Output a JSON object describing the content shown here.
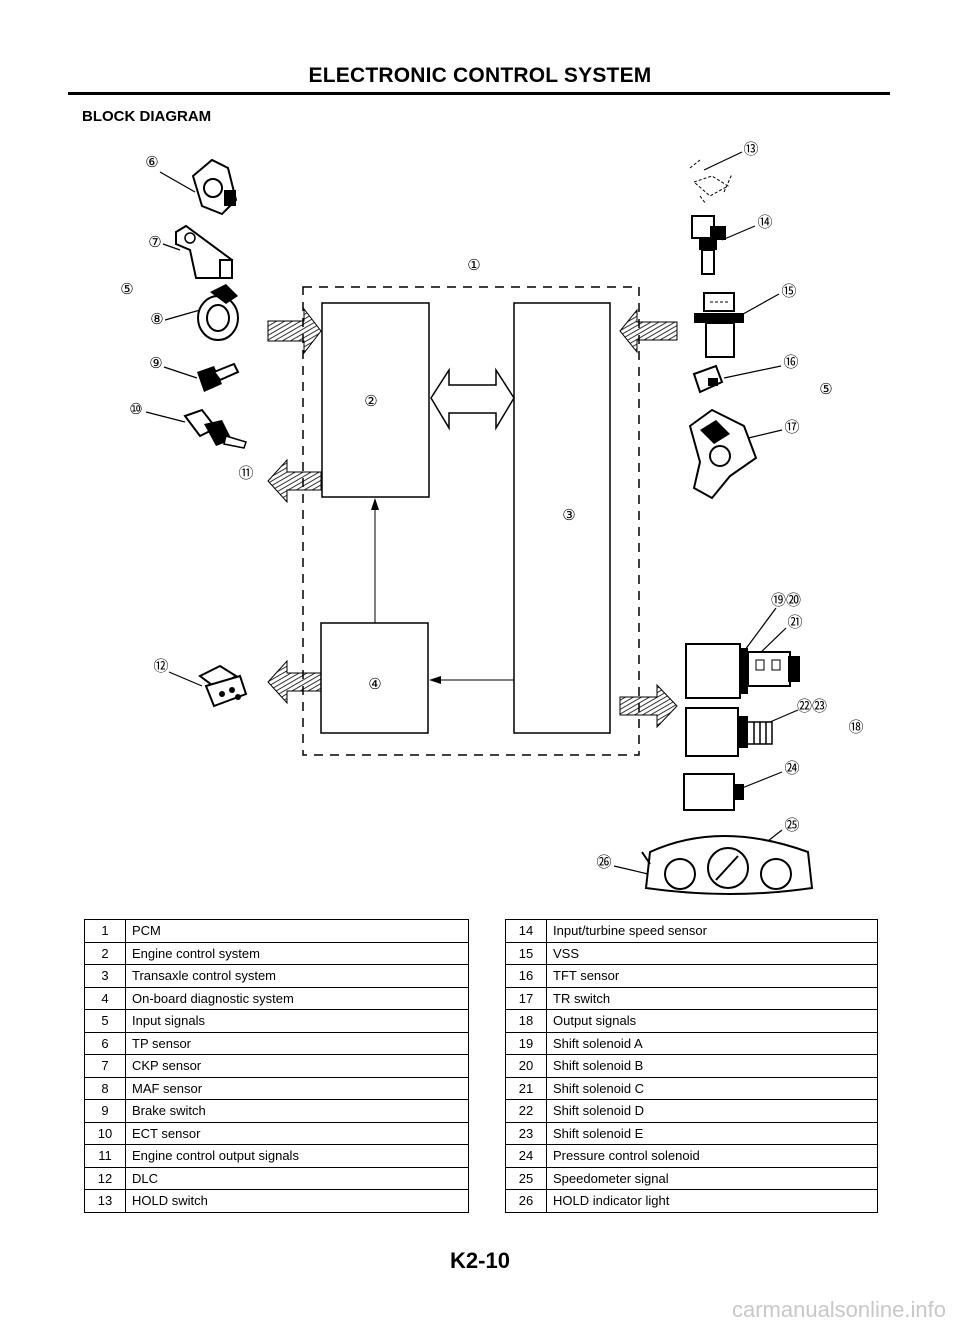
{
  "header": {
    "title": "ELECTRONIC CONTROL SYSTEM",
    "subtitle": "BLOCK DIAGRAM"
  },
  "diagram": {
    "callouts": {
      "c1": "①",
      "c2": "②",
      "c3": "③",
      "c4": "④",
      "c5a": "⑤",
      "c5b": "⑤",
      "c6": "⑥",
      "c7": "⑦",
      "c8": "⑧",
      "c9": "⑨",
      "c10": "⑩",
      "c11": "⑪",
      "c12": "⑫",
      "c13": "⑬",
      "c14": "⑭",
      "c15": "⑮",
      "c16": "⑯",
      "c17": "⑰",
      "c18": "⑱",
      "c19_20": "⑲⑳",
      "c21": "㉑",
      "c22_23": "㉒㉓",
      "c24": "㉔",
      "c25": "㉕",
      "c26": "㉖"
    }
  },
  "legend_left": [
    {
      "num": "1",
      "label": "PCM"
    },
    {
      "num": "2",
      "label": "Engine control system"
    },
    {
      "num": "3",
      "label": "Transaxle control system"
    },
    {
      "num": "4",
      "label": "On-board diagnostic system"
    },
    {
      "num": "5",
      "label": "Input signals"
    },
    {
      "num": "6",
      "label": "TP sensor"
    },
    {
      "num": "7",
      "label": "CKP sensor"
    },
    {
      "num": "8",
      "label": "MAF sensor"
    },
    {
      "num": "9",
      "label": "Brake switch"
    },
    {
      "num": "10",
      "label": "ECT sensor"
    },
    {
      "num": "11",
      "label": "Engine control output signals"
    },
    {
      "num": "12",
      "label": "DLC"
    },
    {
      "num": "13",
      "label": "HOLD switch"
    }
  ],
  "legend_right": [
    {
      "num": "14",
      "label": "Input/turbine speed sensor"
    },
    {
      "num": "15",
      "label": "VSS"
    },
    {
      "num": "16",
      "label": "TFT sensor"
    },
    {
      "num": "17",
      "label": "TR switch"
    },
    {
      "num": "18",
      "label": "Output signals"
    },
    {
      "num": "19",
      "label": "Shift solenoid A"
    },
    {
      "num": "20",
      "label": "Shift solenoid B"
    },
    {
      "num": "21",
      "label": "Shift solenoid C"
    },
    {
      "num": "22",
      "label": "Shift solenoid D"
    },
    {
      "num": "23",
      "label": "Shift solenoid E"
    },
    {
      "num": "24",
      "label": "Pressure control solenoid"
    },
    {
      "num": "25",
      "label": "Speedometer signal"
    },
    {
      "num": "26",
      "label": "HOLD indicator light"
    }
  ],
  "footer": {
    "page_number": "K2-10",
    "watermark": "carmanualsonline.info"
  }
}
